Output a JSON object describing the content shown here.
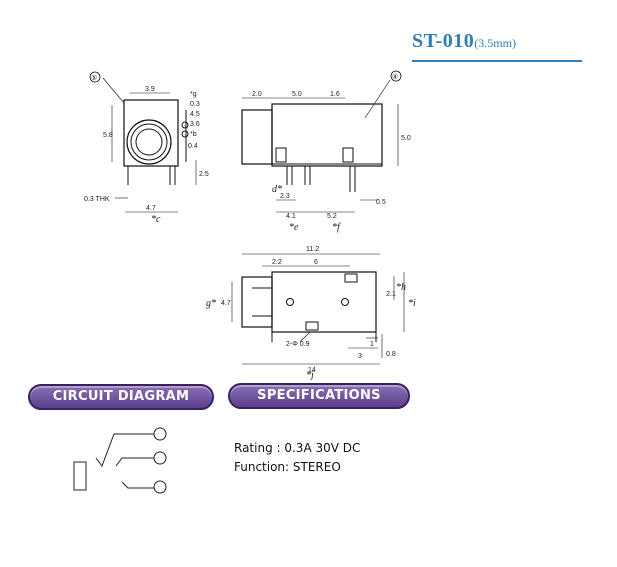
{
  "header": {
    "model": "ST-010",
    "size": "(3.5mm)"
  },
  "front_view": {
    "callout": "⑤",
    "width_top": "3.9",
    "height_left": "5.8",
    "right_labels": [
      "*g",
      "0.3",
      "4.5",
      "3.6",
      "*b"
    ],
    "vertical_right": "0.4",
    "lead_height": "2.5",
    "thk_note": "0.3 THK",
    "bottom_width": "4.7",
    "bottom_mark": "*c"
  },
  "side_view": {
    "callout": "④",
    "top_dims": [
      "2.0",
      "5.0",
      "1.6"
    ],
    "height_right": "5.0",
    "lower_dims": [
      "2.3",
      "0.5"
    ],
    "spacing_dims": [
      "4.1",
      "5.2"
    ],
    "bottom_marks": [
      "*e",
      "*f"
    ],
    "diag_mark": "d*"
  },
  "bottom_view": {
    "overall_length": "11.2",
    "inner_dims": [
      "2.2",
      "6"
    ],
    "left_height": "4.7",
    "left_mark": "g*",
    "right_dims": [
      "2.1"
    ],
    "right_marks": [
      "*h",
      "*i"
    ],
    "hole_note": "2-Φ 0.9",
    "lower_right_dims": [
      "1",
      "3"
    ],
    "vertical_bottom": "0.8",
    "total_length": "14",
    "bottom_mark": "*j"
  },
  "sections": {
    "circuit_title": "CIRCUIT DIAGRAM",
    "spec_title": "SPECIFICATIONS"
  },
  "specs": {
    "rating": "Rating : 0.3A 30V DC",
    "function": "Function: STEREO"
  },
  "colors": {
    "title_blue": "#2f7fb5",
    "pill_purple": "#5d3f8e"
  }
}
